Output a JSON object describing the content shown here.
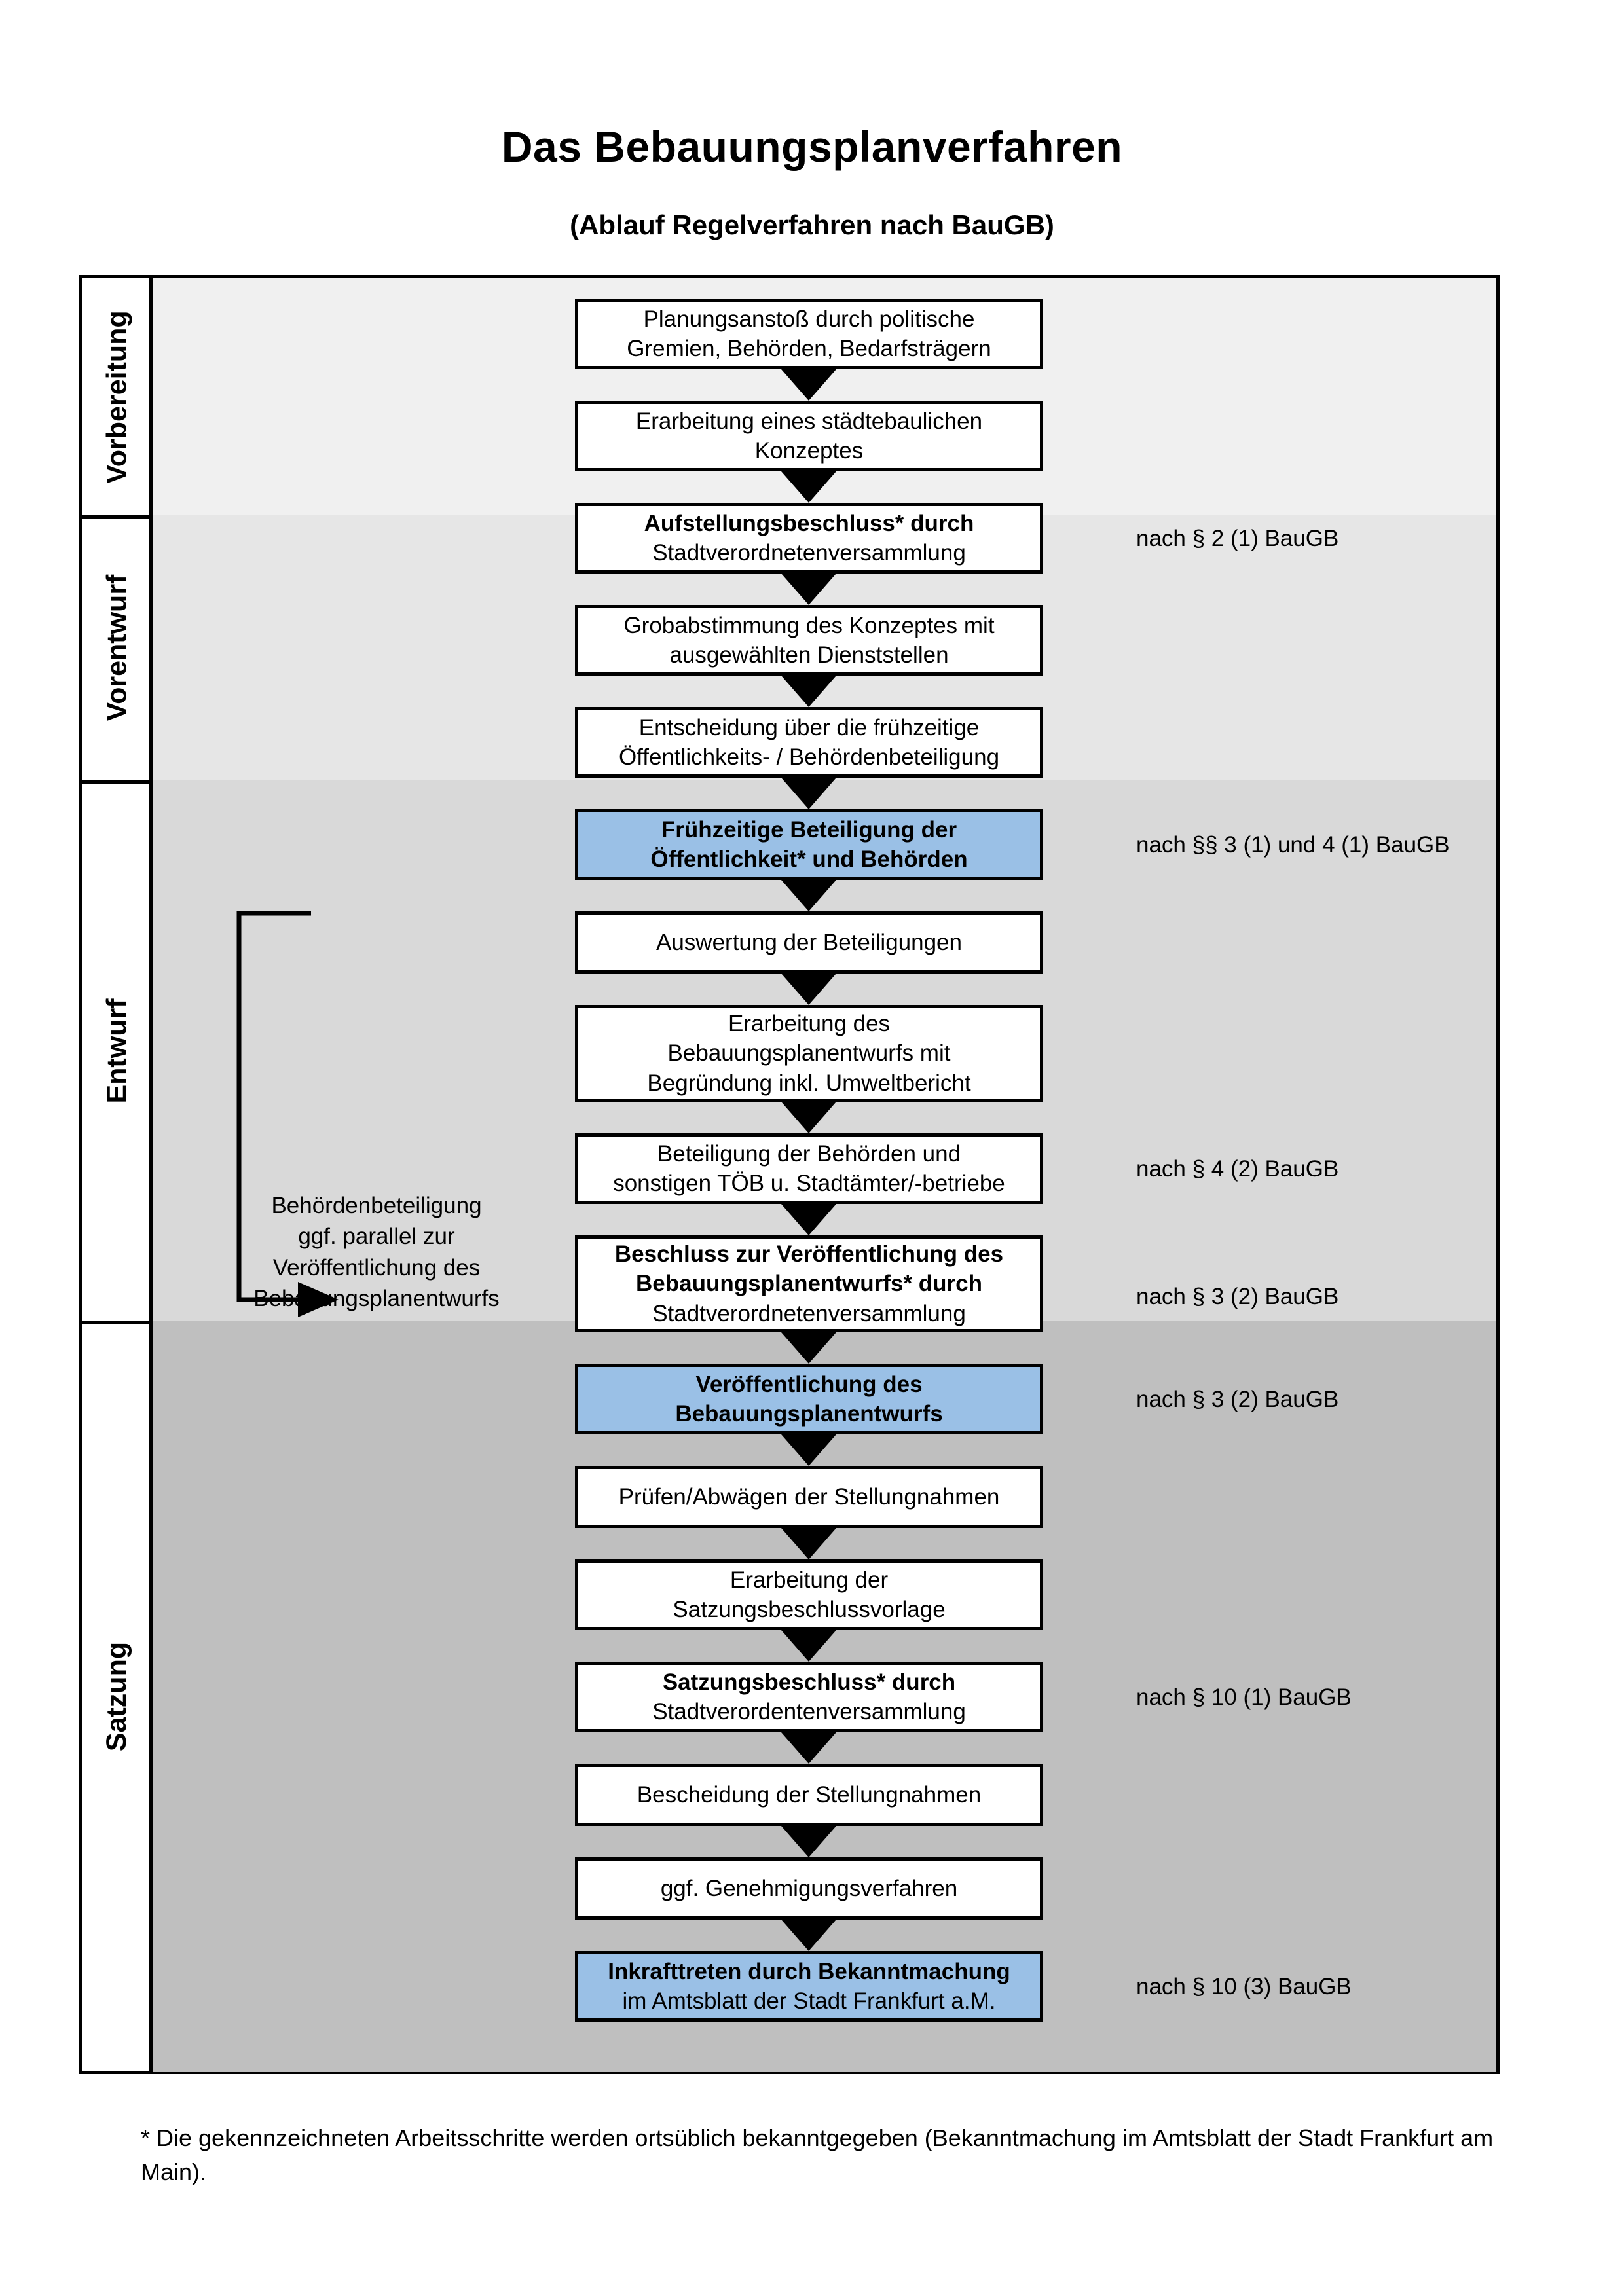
{
  "document": {
    "title": "Das Bebauungsplanverfahren",
    "subtitle": "(Ablauf Regelverfahren nach BauGB)",
    "footnote": "* Die gekennzeichneten Arbeitsschritte werden ortsüblich bekanntgegeben (Bekanntmachung im Amtsblatt  der Stadt Frankfurt am Main)."
  },
  "colors": {
    "phase_vorbereitung": "#f0f0f0",
    "phase_vorentwurf": "#e6e6e6",
    "phase_entwurf": "#d9d9d9",
    "phase_satzung": "#bfbfbf",
    "highlight_box": "#9ac0e6",
    "outline": "#000000"
  },
  "phases": [
    {
      "id": "vorbereitung",
      "label": "Vorbereitung"
    },
    {
      "id": "vorentwurf",
      "label": "Vorentwurf"
    },
    {
      "id": "entwurf",
      "label": "Entwurf"
    },
    {
      "id": "satzung",
      "label": "Satzung"
    }
  ],
  "steps": [
    {
      "id": "s1",
      "phase": "vorbereitung",
      "highlight": false,
      "lines": [
        {
          "text": "Planungsanstoß durch politische",
          "bold": false
        },
        {
          "text": "Gremien, Behörden, Bedarfsträgern",
          "bold": false
        }
      ]
    },
    {
      "id": "s2",
      "phase": "vorbereitung",
      "highlight": false,
      "lines": [
        {
          "text": "Erarbeitung eines städtebaulichen",
          "bold": false
        },
        {
          "text": "Konzeptes",
          "bold": false
        }
      ]
    },
    {
      "id": "s3",
      "phase": "vorbereitung",
      "highlight": false,
      "lines": [
        {
          "text": "Aufstellungsbeschluss* durch",
          "bold": true
        },
        {
          "text": "Stadtverordnetenversammlung",
          "bold": false
        }
      ]
    },
    {
      "id": "s4",
      "phase": "vorentwurf",
      "highlight": false,
      "lines": [
        {
          "text": "Grobabstimmung des Konzeptes mit",
          "bold": false
        },
        {
          "text": "ausgewählten Dienststellen",
          "bold": false
        }
      ]
    },
    {
      "id": "s5",
      "phase": "vorentwurf",
      "highlight": false,
      "lines": [
        {
          "text": "Entscheidung über die frühzeitige",
          "bold": false
        },
        {
          "text": "Öffentlichkeits- / Behördenbeteiligung",
          "bold": false
        }
      ]
    },
    {
      "id": "s6",
      "phase": "vorentwurf",
      "highlight": true,
      "lines": [
        {
          "text": "Frühzeitige Beteiligung der",
          "bold": true
        },
        {
          "text": "Öffentlichkeit* und Behörden",
          "bold": true
        }
      ]
    },
    {
      "id": "s7",
      "phase": "entwurf",
      "highlight": false,
      "lines": [
        {
          "text": "Auswertung der Beteiligungen",
          "bold": false
        }
      ]
    },
    {
      "id": "s8",
      "phase": "entwurf",
      "highlight": false,
      "lines": [
        {
          "text": "Erarbeitung des",
          "bold": false
        },
        {
          "text": "Bebauungsplanentwurfs mit",
          "bold": false
        },
        {
          "text": "Begründung inkl. Umweltbericht",
          "bold": false
        }
      ]
    },
    {
      "id": "s9",
      "phase": "entwurf",
      "highlight": false,
      "lines": [
        {
          "text": "Beteiligung der Behörden und",
          "bold": false
        },
        {
          "text": "sonstigen TÖB u. Stadtämter/-betriebe",
          "bold": false
        }
      ]
    },
    {
      "id": "s10",
      "phase": "entwurf",
      "highlight": false,
      "lines": [
        {
          "text": "Beschluss zur Veröffentlichung des",
          "bold": true
        },
        {
          "text": "Bebauungsplanentwurfs* durch",
          "bold": true
        },
        {
          "text": "Stadtverordnetenversammlung",
          "bold": false
        }
      ]
    },
    {
      "id": "s11",
      "phase": "entwurf",
      "highlight": true,
      "lines": [
        {
          "text": "Veröffentlichung des",
          "bold": true
        },
        {
          "text": "Bebauungsplanentwurfs",
          "bold": true
        }
      ]
    },
    {
      "id": "s12",
      "phase": "satzung",
      "highlight": false,
      "lines": [
        {
          "text": "Prüfen/Abwägen der Stellungnahmen",
          "bold": false
        }
      ]
    },
    {
      "id": "s13",
      "phase": "satzung",
      "highlight": false,
      "lines": [
        {
          "text": "Erarbeitung der",
          "bold": false
        },
        {
          "text": "Satzungsbeschlussvorlage",
          "bold": false
        }
      ]
    },
    {
      "id": "s14",
      "phase": "satzung",
      "highlight": false,
      "lines": [
        {
          "text": "Satzungsbeschluss* durch",
          "bold": true
        },
        {
          "text": "Stadtverordentenversammlung",
          "bold": false
        }
      ]
    },
    {
      "id": "s15",
      "phase": "satzung",
      "highlight": false,
      "lines": [
        {
          "text": "Bescheidung der Stellungnahmen",
          "bold": false
        }
      ]
    },
    {
      "id": "s16",
      "phase": "satzung",
      "highlight": false,
      "lines": [
        {
          "text": "ggf. Genehmigungsverfahren",
          "bold": false
        }
      ]
    },
    {
      "id": "s17",
      "phase": "satzung",
      "highlight": true,
      "lines": [
        {
          "text": "Inkrafttreten durch Bekanntmachung",
          "bold": true
        },
        {
          "text": "im Amtsblatt der Stadt Frankfurt a.M.",
          "bold": false
        }
      ]
    }
  ],
  "legal_references": [
    {
      "id": "r1",
      "for_step": "s3",
      "text": "nach § 2 (1) BauGB"
    },
    {
      "id": "r2",
      "for_step": "s6",
      "text": "nach §§ 3 (1) und 4 (1) BauGB"
    },
    {
      "id": "r3",
      "for_step": "s9",
      "text": "nach § 4 (2) BauGB"
    },
    {
      "id": "r4",
      "for_step": "s10",
      "text": "nach § 3 (2) BauGB"
    },
    {
      "id": "r5",
      "for_step": "s11",
      "text": "nach § 3 (2) BauGB"
    },
    {
      "id": "r6",
      "for_step": "s14",
      "text": "nach § 10 (1) BauGB"
    },
    {
      "id": "r7",
      "for_step": "s17",
      "text": "nach § 10 (3) BauGB"
    }
  ],
  "side_note": {
    "lines": [
      "Behördenbeteiligung",
      "ggf. parallel zur",
      "Veröffentlichung des",
      "Bebauungsplanentwurfs"
    ]
  }
}
